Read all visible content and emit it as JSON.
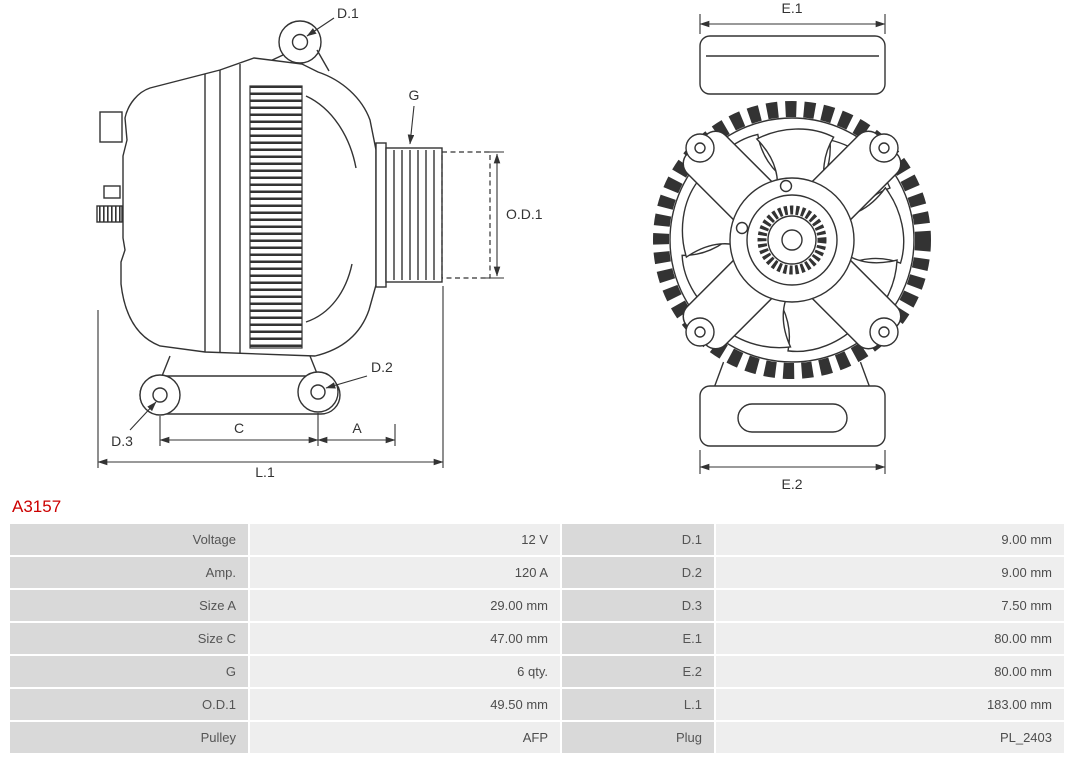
{
  "part_number": "A3157",
  "colors": {
    "part_number": "#cc0000",
    "line_work": "#333333",
    "table_label_bg": "#d9d9d9",
    "table_value_bg": "#eeeeee"
  },
  "side_view": {
    "labels": {
      "d1": "D.1",
      "g": "G",
      "od1": "O.D.1",
      "d2": "D.2",
      "d3": "D.3",
      "c": "C",
      "a": "A",
      "l1": "L.1"
    }
  },
  "front_view": {
    "labels": {
      "e1": "E.1",
      "e2": "E.2"
    }
  },
  "spec_table": {
    "rows": [
      {
        "label1": "Voltage",
        "value1": "12 V",
        "label2": "D.1",
        "value2": "9.00 mm"
      },
      {
        "label1": "Amp.",
        "value1": "120 A",
        "label2": "D.2",
        "value2": "9.00 mm"
      },
      {
        "label1": "Size A",
        "value1": "29.00 mm",
        "label2": "D.3",
        "value2": "7.50 mm"
      },
      {
        "label1": "Size C",
        "value1": "47.00 mm",
        "label2": "E.1",
        "value2": "80.00 mm"
      },
      {
        "label1": "G",
        "value1": "6 qty.",
        "label2": "E.2",
        "value2": "80.00 mm"
      },
      {
        "label1": "O.D.1",
        "value1": "49.50 mm",
        "label2": "L.1",
        "value2": "183.00 mm"
      },
      {
        "label1": "Pulley",
        "value1": "AFP",
        "label2": "Plug",
        "value2": "PL_2403"
      }
    ]
  }
}
